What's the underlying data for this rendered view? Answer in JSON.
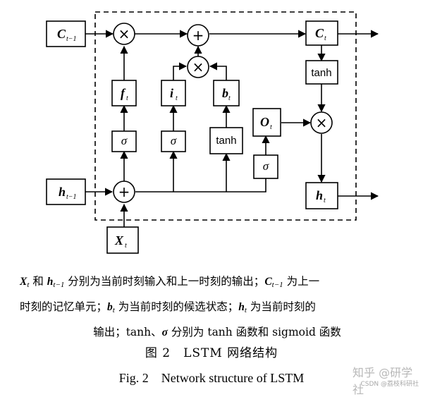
{
  "diagram": {
    "inputs": {
      "c_prev": {
        "main": "C",
        "sub": "t−1"
      },
      "h_prev": {
        "main": "h",
        "sub": "t−1"
      },
      "x": {
        "main": "X",
        "sub": "t"
      }
    },
    "gates": {
      "f": {
        "main": "f",
        "sub": "t"
      },
      "i": {
        "main": "i",
        "sub": "t"
      },
      "b": {
        "main": "b",
        "sub": "t"
      },
      "o": {
        "main": "O",
        "sub": "t"
      }
    },
    "outputs": {
      "c": {
        "main": "C",
        "sub": "t"
      },
      "h": {
        "main": "h",
        "sub": "t"
      }
    },
    "activations": {
      "sigma": "σ",
      "tanh": "tanh"
    },
    "operators": {
      "multiply": "×",
      "add": "+"
    }
  },
  "legend": {
    "x_var": "X",
    "x_sub": "t",
    "and_word": " 和 ",
    "h_var": "h",
    "h_sub": "t−1",
    "line1_text": " 分别为当前时刻输入和上一时刻的输出；",
    "c_var": "C",
    "c_sub": "t−1",
    "line1_tail": " 为上一",
    "line2_head": "时刻的记忆单元；",
    "b_var": "b",
    "b_sub": "t",
    "line2_mid": " 为当前时刻的候选状态；",
    "h2_var": "h",
    "h2_sub": "t",
    "line2_tail": " 为当前时刻的",
    "line3_head": "输出；tanh、",
    "sigma": "σ",
    "line3_tail": " 分别为 tanh 函数和 sigmoid 函数"
  },
  "caption_cn": "图 2　LSTM 网络结构",
  "caption_en": "Fig. 2　Network structure of LSTM",
  "watermark": {
    "line1": "知乎 @研学社",
    "line2": "CSDN @荔枝科研社"
  }
}
